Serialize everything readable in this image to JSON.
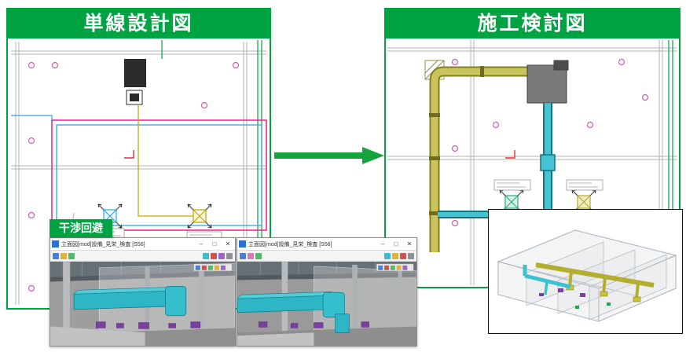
{
  "panels": {
    "left": {
      "title": "単線設計図"
    },
    "right": {
      "title": "施工検討図"
    }
  },
  "badge": {
    "interference": "干渉回避"
  },
  "windows": [
    {
      "title": "立面図[mod]設備_見栄_検査 [S56]"
    },
    {
      "title": "立面図[mod]設備_見栄_検査 [S56]"
    }
  ],
  "window_controls": {
    "minimize": "–",
    "maximize": "□",
    "close": "✕"
  },
  "colors": {
    "accent_green": "#00A341",
    "duct_cyan": "#46C3D2",
    "duct_yellow": "#C9C55C",
    "pipe_magenta": "#E0218A",
    "purple_fitting": "#7B3FA3",
    "equipment_gray": "#7A7A7A"
  }
}
